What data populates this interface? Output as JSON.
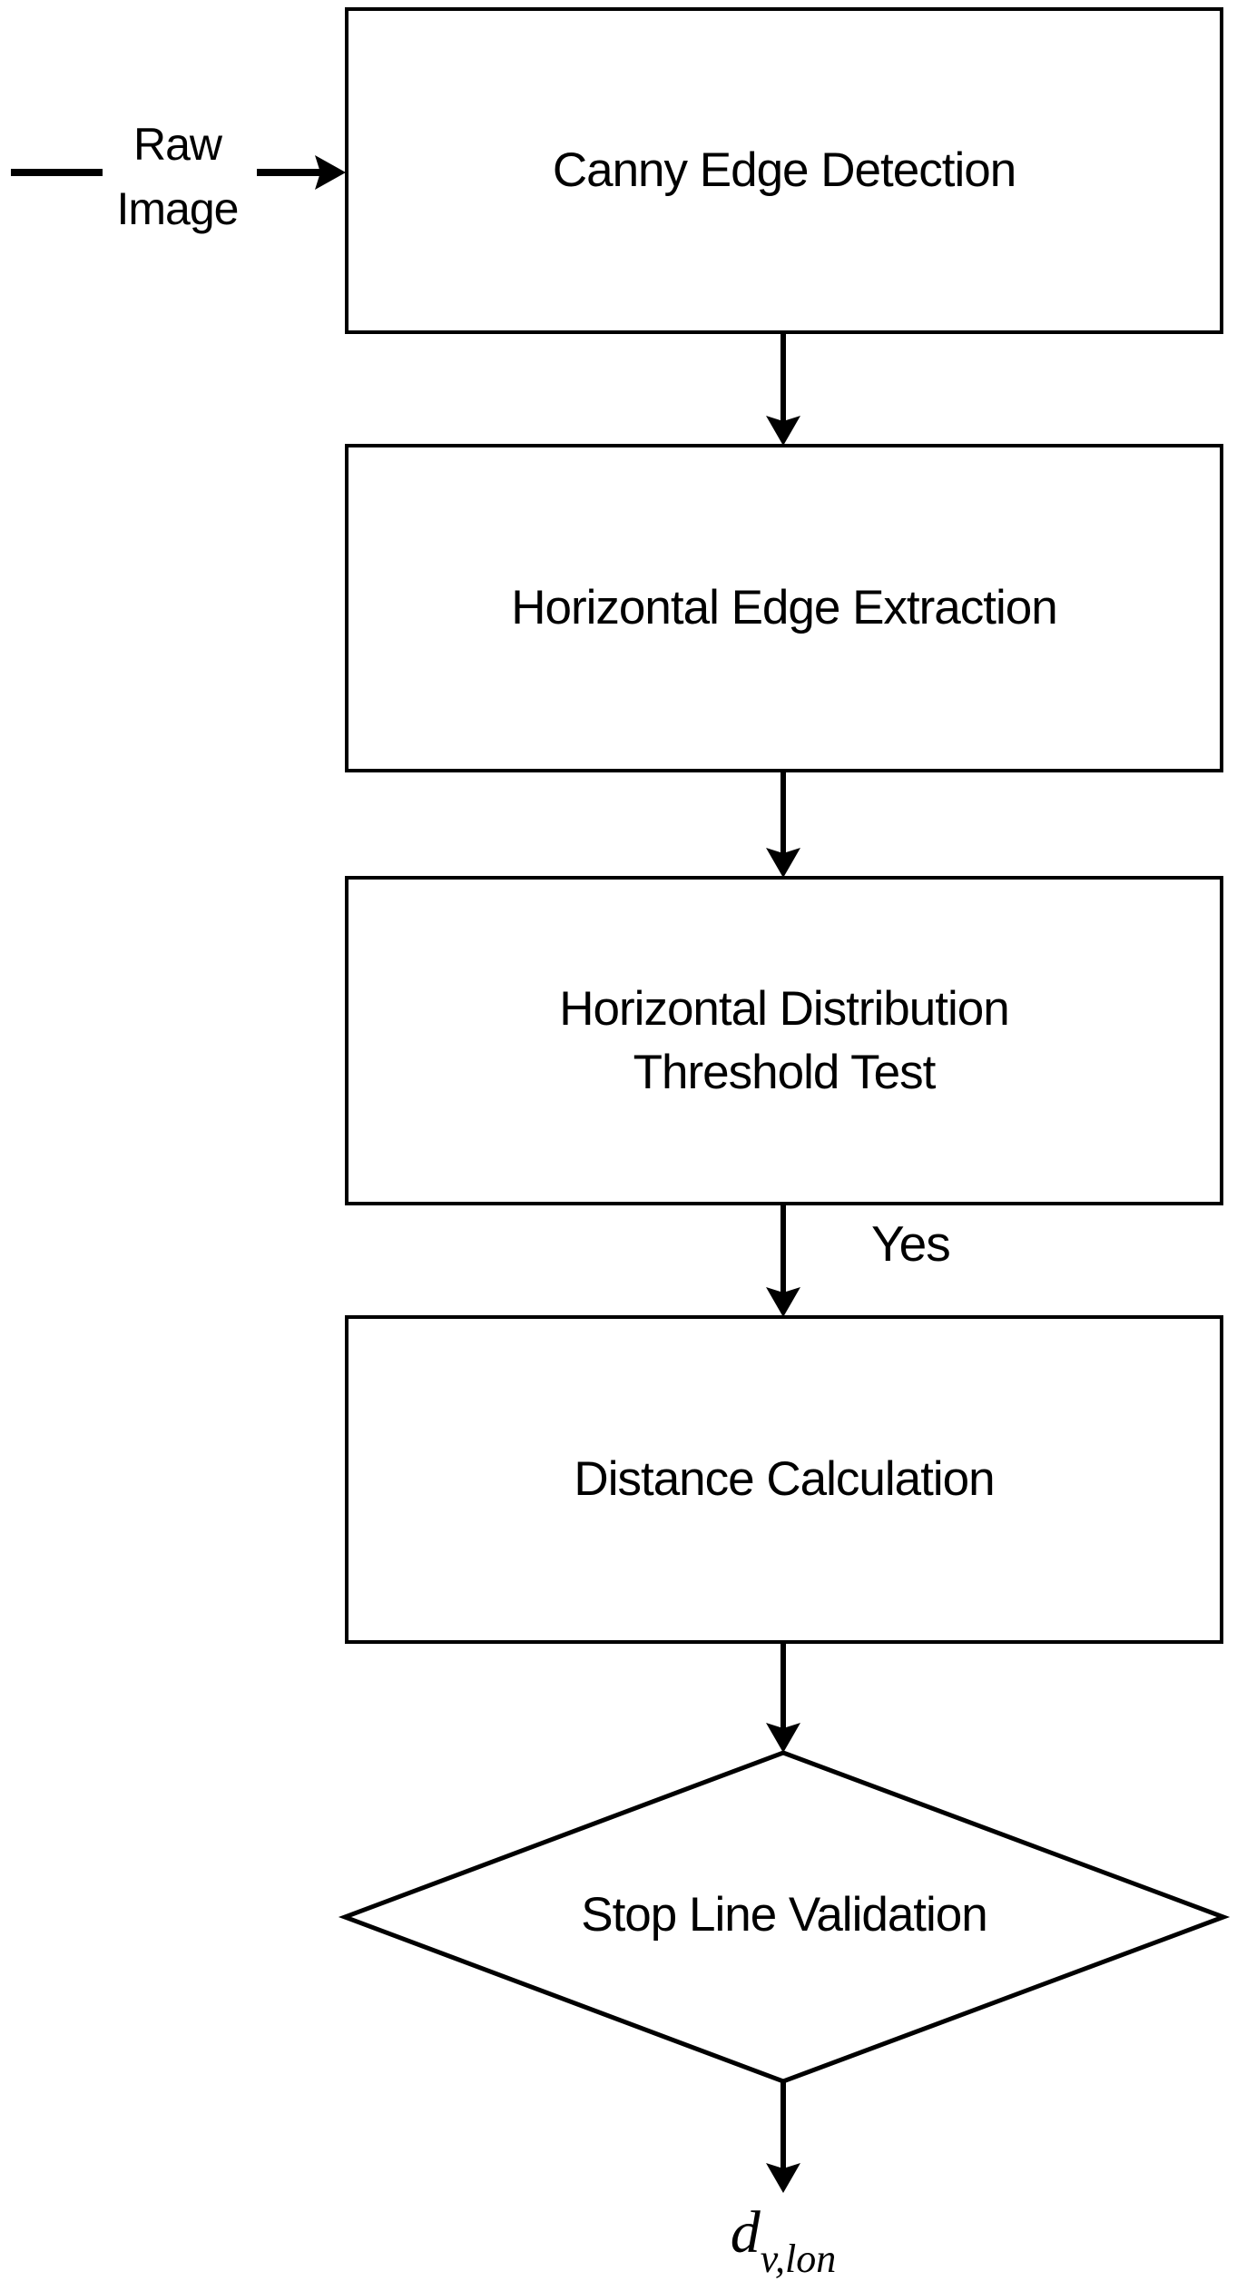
{
  "diagram": {
    "title_hint": "Stop line detection flowchart",
    "input_label": "Raw\nImage",
    "nodes": [
      {
        "id": "canny-edge-detection",
        "type": "process",
        "label": "Canny Edge Detection"
      },
      {
        "id": "horizontal-edge-extraction",
        "type": "process",
        "label": "Horizontal Edge Extraction"
      },
      {
        "id": "horizontal-distribution-threshold-test",
        "type": "process",
        "label": "Horizontal Distribution\nThreshold Test"
      },
      {
        "id": "distance-calculation",
        "type": "process",
        "label": "Distance Calculation"
      },
      {
        "id": "stop-line-validation",
        "type": "decision",
        "label": "Stop Line Validation"
      }
    ],
    "edge_labels": {
      "yes": "Yes"
    },
    "output": {
      "symbol": "d",
      "subscript": "v,lon"
    },
    "colors": {
      "stroke": "#000000",
      "background": "#ffffff"
    }
  }
}
